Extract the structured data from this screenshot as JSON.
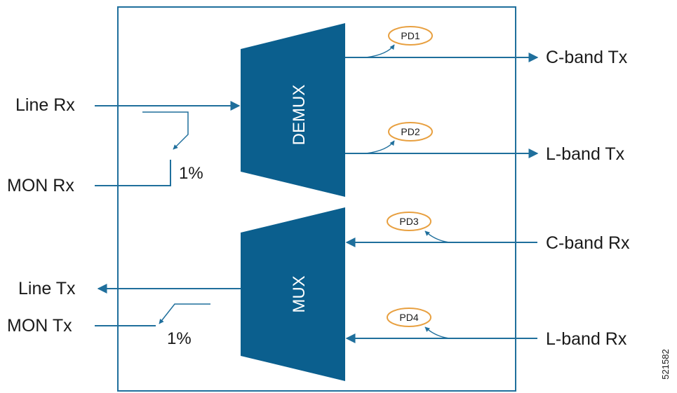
{
  "ports": {
    "line_rx": "Line Rx",
    "mon_rx": "MON Rx",
    "line_tx": "Line Tx",
    "mon_tx": "MON Tx",
    "c_band_tx": "C-band Tx",
    "l_band_tx": "L-band Tx",
    "c_band_rx": "C-band Rx",
    "l_band_rx": "L-band Rx"
  },
  "blocks": {
    "demux": "DEMUX",
    "mux": "MUX"
  },
  "taps": {
    "rx_pct": "1%",
    "tx_pct": "1%"
  },
  "photodiodes": {
    "pd1": "PD1",
    "pd2": "PD2",
    "pd3": "PD3",
    "pd4": "PD4"
  },
  "figure_id": "521582",
  "colors": {
    "block": "#0b5f8e",
    "wire": "#1f6f9c",
    "pd_outline": "#e8a040",
    "frame": "#1f6f9c"
  }
}
